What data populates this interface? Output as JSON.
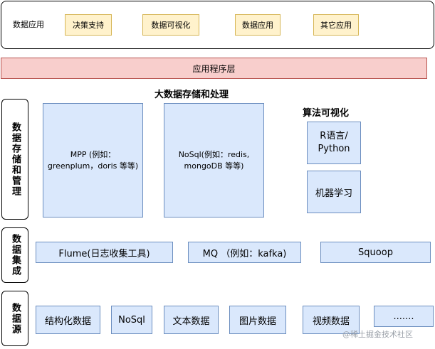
{
  "app_panel": {
    "label": "数据应用",
    "items": [
      "决策支持",
      "数据可视化",
      "数据应用",
      "其它应用"
    ]
  },
  "application_layer": "应用程序层",
  "storage": {
    "side_label": "数据存储和管理",
    "title": "大数据存储和处理",
    "mpp_lines": [
      "MPP (例如：",
      "greenplum，doris 等等)"
    ],
    "nosql_lines": [
      "NoSql(例如：redis,",
      "mongoDB 等等)"
    ],
    "viz_title": "算法可视化",
    "r_lines": [
      "R语言/",
      "Python"
    ],
    "ml": "机器学习"
  },
  "integration": {
    "side_label": "数据集成",
    "items": [
      "Flume(日志收集工具)",
      "MQ （例如：kafka)",
      "Squoop"
    ]
  },
  "sources": {
    "side_label": "数据源",
    "items": [
      "结构化数据",
      "NoSql",
      "文本数据",
      "图片数据",
      "视频数据",
      "......."
    ]
  },
  "watermark": "@稀土掘金技术社区",
  "colors": {
    "yellow_fill": "#fff2cc",
    "yellow_border": "#d6b656",
    "red_fill": "#f8cecc",
    "red_border": "#b85450",
    "blue_fill": "#dae8fc",
    "blue_border": "#6c8ebf"
  }
}
